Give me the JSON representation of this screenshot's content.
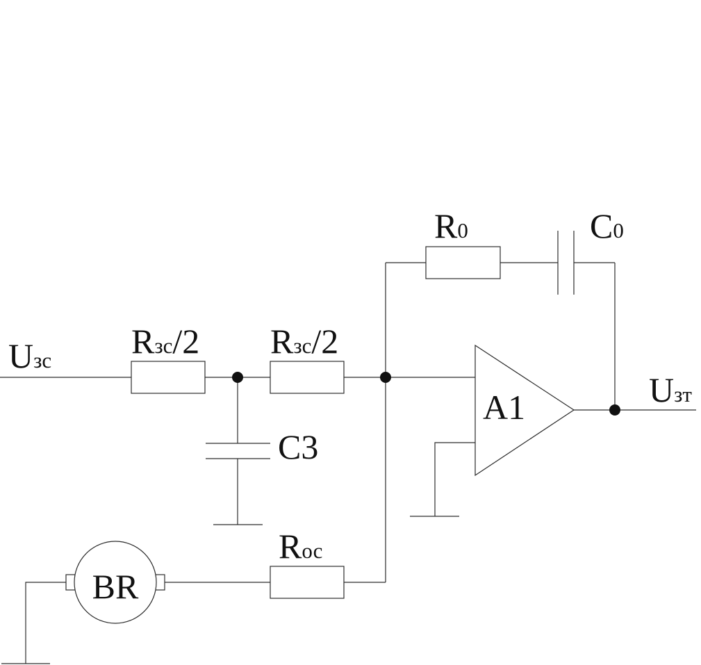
{
  "labels": {
    "input_main": "U",
    "input_sub": "зс",
    "output_main": "U",
    "output_sub": "зт",
    "r1_main": "R",
    "r1_sub": "зс",
    "r1_suffix": "/2",
    "r2_main": "R",
    "r2_sub": "зс",
    "r2_suffix": "/2",
    "c3": "C3",
    "r0_main": "R",
    "r0_sub": "0",
    "c0_main": "C",
    "c0_sub": "0",
    "opamp": "A1",
    "roc_main": "R",
    "roc_sub": "ос",
    "tacho": "BR"
  },
  "colors": {
    "line": "#2b2b2b",
    "text": "#111111",
    "background": "#ffffff"
  }
}
